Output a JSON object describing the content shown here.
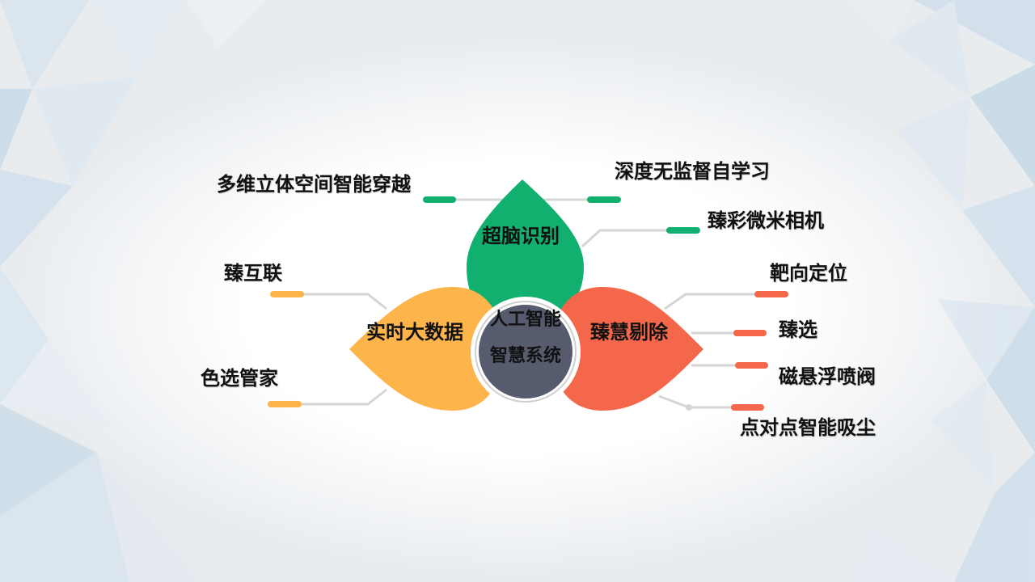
{
  "colors": {
    "green": "#12b06e",
    "orange": "#fdb44b",
    "red": "#f4674a",
    "center": "#565b6e",
    "line": "#d5d5d5",
    "text": "#111111"
  },
  "center": {
    "line1": "人工智能",
    "line2": "智慧系统"
  },
  "petals": {
    "top": {
      "label": "超脑识别"
    },
    "left": {
      "label": "实时大数据"
    },
    "right": {
      "label": "臻慧剔除"
    }
  },
  "branches": {
    "top_left": "多维立体空间智能穿越",
    "top_right_1": "深度无监督自学习",
    "top_right_2": "臻彩微米相机",
    "left_1": "臻互联",
    "left_2": "色选管家",
    "right_1": "靶向定位",
    "right_2": "臻选",
    "right_3": "磁悬浮喷阀",
    "right_4": "点对点智能吸尘"
  }
}
